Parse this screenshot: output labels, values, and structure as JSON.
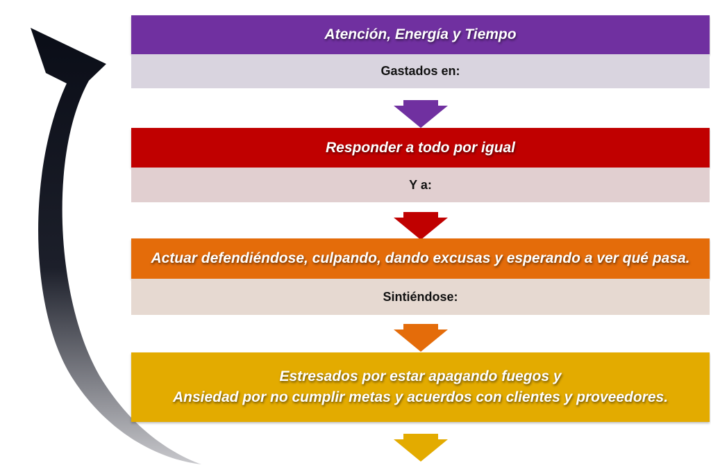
{
  "colors": {
    "purple": "#7030a0",
    "red": "#c00000",
    "orange": "#e46c0a",
    "gold": "#e3ab00",
    "purple_light": "#d9d4df",
    "red_light": "#e1cfd0",
    "orange_light": "#e6d9d1",
    "cycle_arrow_top": "#0a0d17",
    "cycle_arrow_bottom": "#c8c8cc"
  },
  "steps": [
    {
      "header": "Atención, Energía y Tiempo",
      "connector": "Gastados en:"
    },
    {
      "header": "Responder a todo por igual",
      "connector": "Y a:"
    },
    {
      "header": "Actuar defendiéndose, culpando, dando excusas y esperando a ver qué pasa.",
      "connector": "Sintiéndose:"
    }
  ],
  "final_step": {
    "line1": "Estresados por estar apagando fuegos y",
    "line2": "Ansiedad por no cumplir metas y acuerdos con clientes y proveedores."
  },
  "icons": {
    "cycle": "curved-return-arrow-icon",
    "down": "down-arrow-icon"
  }
}
